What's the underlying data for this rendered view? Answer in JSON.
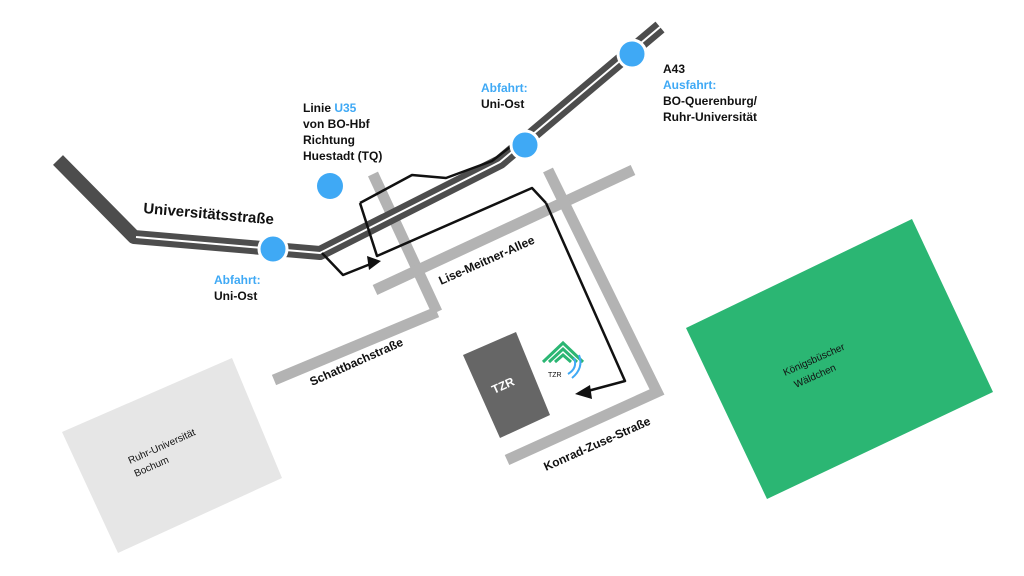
{
  "colors": {
    "road_gray": "#b3b3b3",
    "highway": "#4d4d4d",
    "exit_blue": "#3fa9f5",
    "park_green": "#2bb673",
    "campus_gray": "#e6e6e6",
    "tzr_building": "#666666",
    "route_line": "#111111"
  },
  "roads": {
    "universitaetsstrasse": "Universitätsstraße",
    "lise_meitner": "Lise-Meitner-Allee",
    "schattbach": "Schattbachstraße",
    "konrad_zuse": "Konrad-Zuse-Straße"
  },
  "exits": {
    "left": {
      "heading": "Abfahrt:",
      "name": "Uni-Ost"
    },
    "center": {
      "heading": "Abfahrt:",
      "name": "Uni-Ost"
    },
    "a43": {
      "road": "A43",
      "heading": "Ausfahrt:",
      "line1": "BO-Querenburg/",
      "line2": "Ruhr-Universität"
    }
  },
  "tram": {
    "prefix": "Linie ",
    "line": "U35",
    "line2": "von BO-Hbf",
    "line3": "Richtung",
    "line4": "Huestadt (TQ)"
  },
  "places": {
    "tzr_building": "TZR",
    "tzr_logo_text": "TZR",
    "rub_line1": "Ruhr-Universität",
    "rub_line2": "Bochum",
    "park_line1": "Königsbüscher",
    "park_line2": "Wäldchen"
  }
}
